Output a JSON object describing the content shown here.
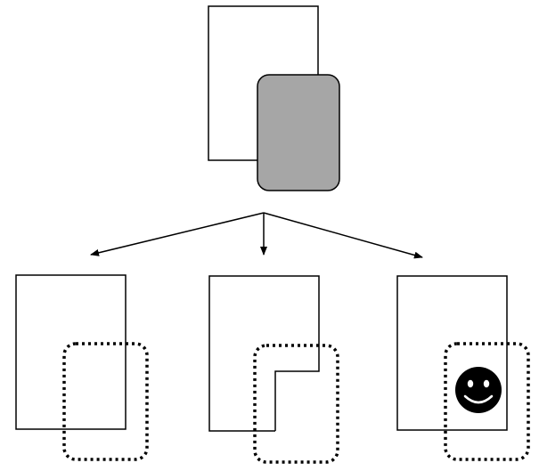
{
  "diagram": {
    "colors": {
      "stroke": "#000000",
      "background": "#ffffff",
      "overlay_fill": "#a6a6a6",
      "smiley_fill": "#000000",
      "smiley_features": "#ffffff"
    },
    "top_group": {
      "description_icon": "overlapping-rectangles"
    },
    "arrows": {
      "count": 3,
      "icon": "branch-arrows"
    },
    "variants": [
      {
        "icon": "dotted-overlay-variant"
      },
      {
        "icon": "cutout-overlay-variant"
      },
      {
        "icon": "smiley-overlay-variant"
      }
    ]
  }
}
